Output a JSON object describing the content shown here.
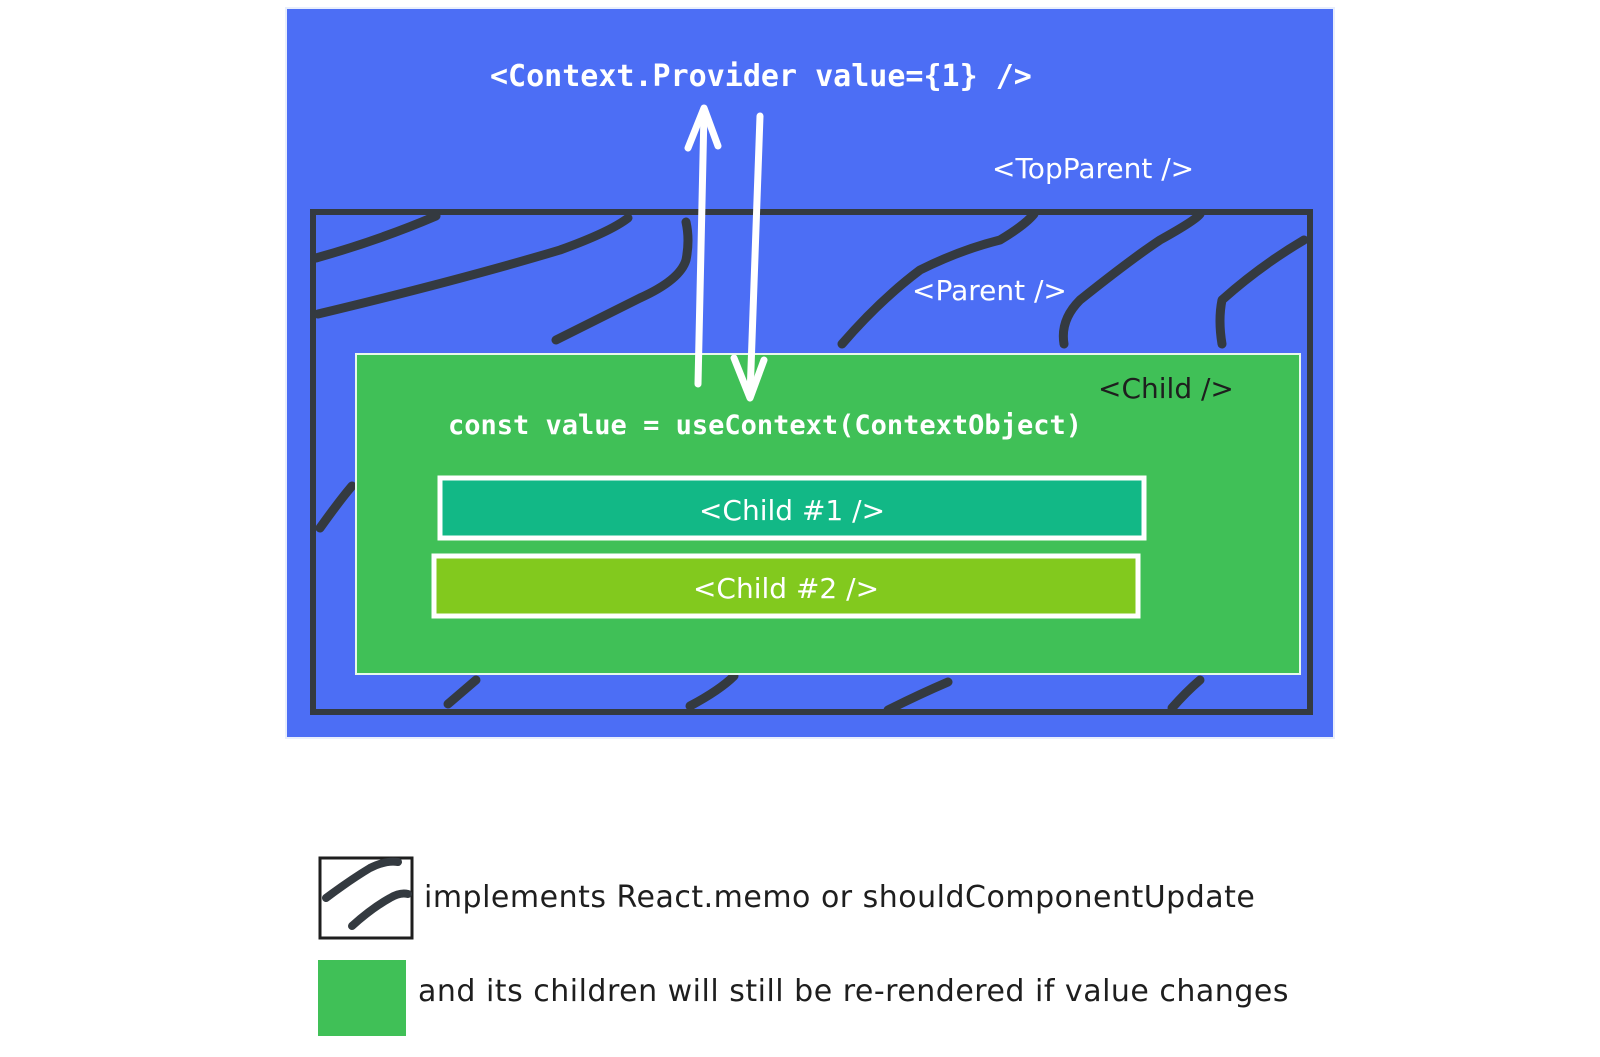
{
  "provider_label": "<Context.Provider value={1} />",
  "top_parent_label": "<TopParent />",
  "parent_label": "<Parent />",
  "child_label": "<Child />",
  "use_context_label": "const value = useContext(ContextObject)",
  "child1_label": "<Child #1 />",
  "child2_label": "<Child #2 />",
  "legend": {
    "memo_text": "implements React.memo or shouldComponentUpdate",
    "rerender_text": "and its children will still be re-rendered if value changes"
  },
  "colors": {
    "top_parent_fill": "#4c6ef5",
    "child_fill": "#40c057",
    "child1_fill": "#12b886",
    "child2_fill": "#82c91e",
    "memo_stroke": "#343a40",
    "label_white": "#ffffff",
    "label_dark": "#1e1e1e"
  }
}
